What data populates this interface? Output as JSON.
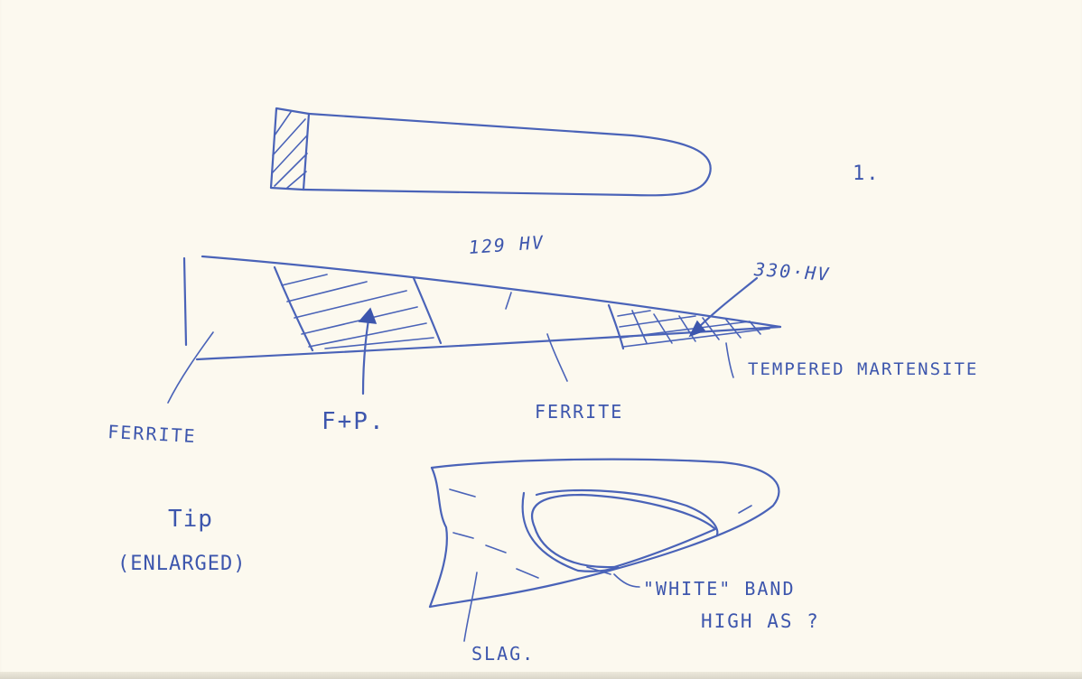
{
  "sketch": {
    "figure_number": "1.",
    "labels": {
      "hardness_mid": "129 HV",
      "hardness_tip": "330·HV",
      "tempered_martensite": "TEMPERED MARTENSITE",
      "ferrite_left": "FERRITE",
      "ferrite_plus_pearlite": "F+P.",
      "ferrite_right": "FERRITE",
      "tip": "Tip",
      "enlarged": "(ENLARGED)",
      "white_band": "\"WHITE\" BAND",
      "high_as": "HIGH AS ?",
      "slag": "SLAG."
    }
  },
  "colors": {
    "ink": "#4a63b8",
    "paper": "#fcf9ef"
  }
}
